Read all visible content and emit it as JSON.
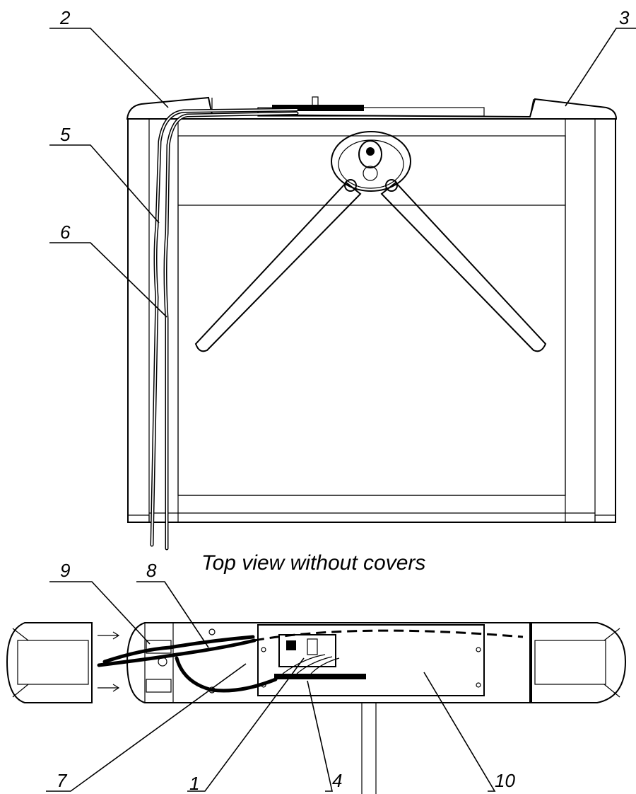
{
  "caption": "Top view without covers",
  "labels": {
    "l1": "1",
    "l2": "2",
    "l3": "3",
    "l4": "4",
    "l5": "5",
    "l6": "6",
    "l7": "7",
    "l8": "8",
    "l9": "9",
    "l10": "10"
  }
}
